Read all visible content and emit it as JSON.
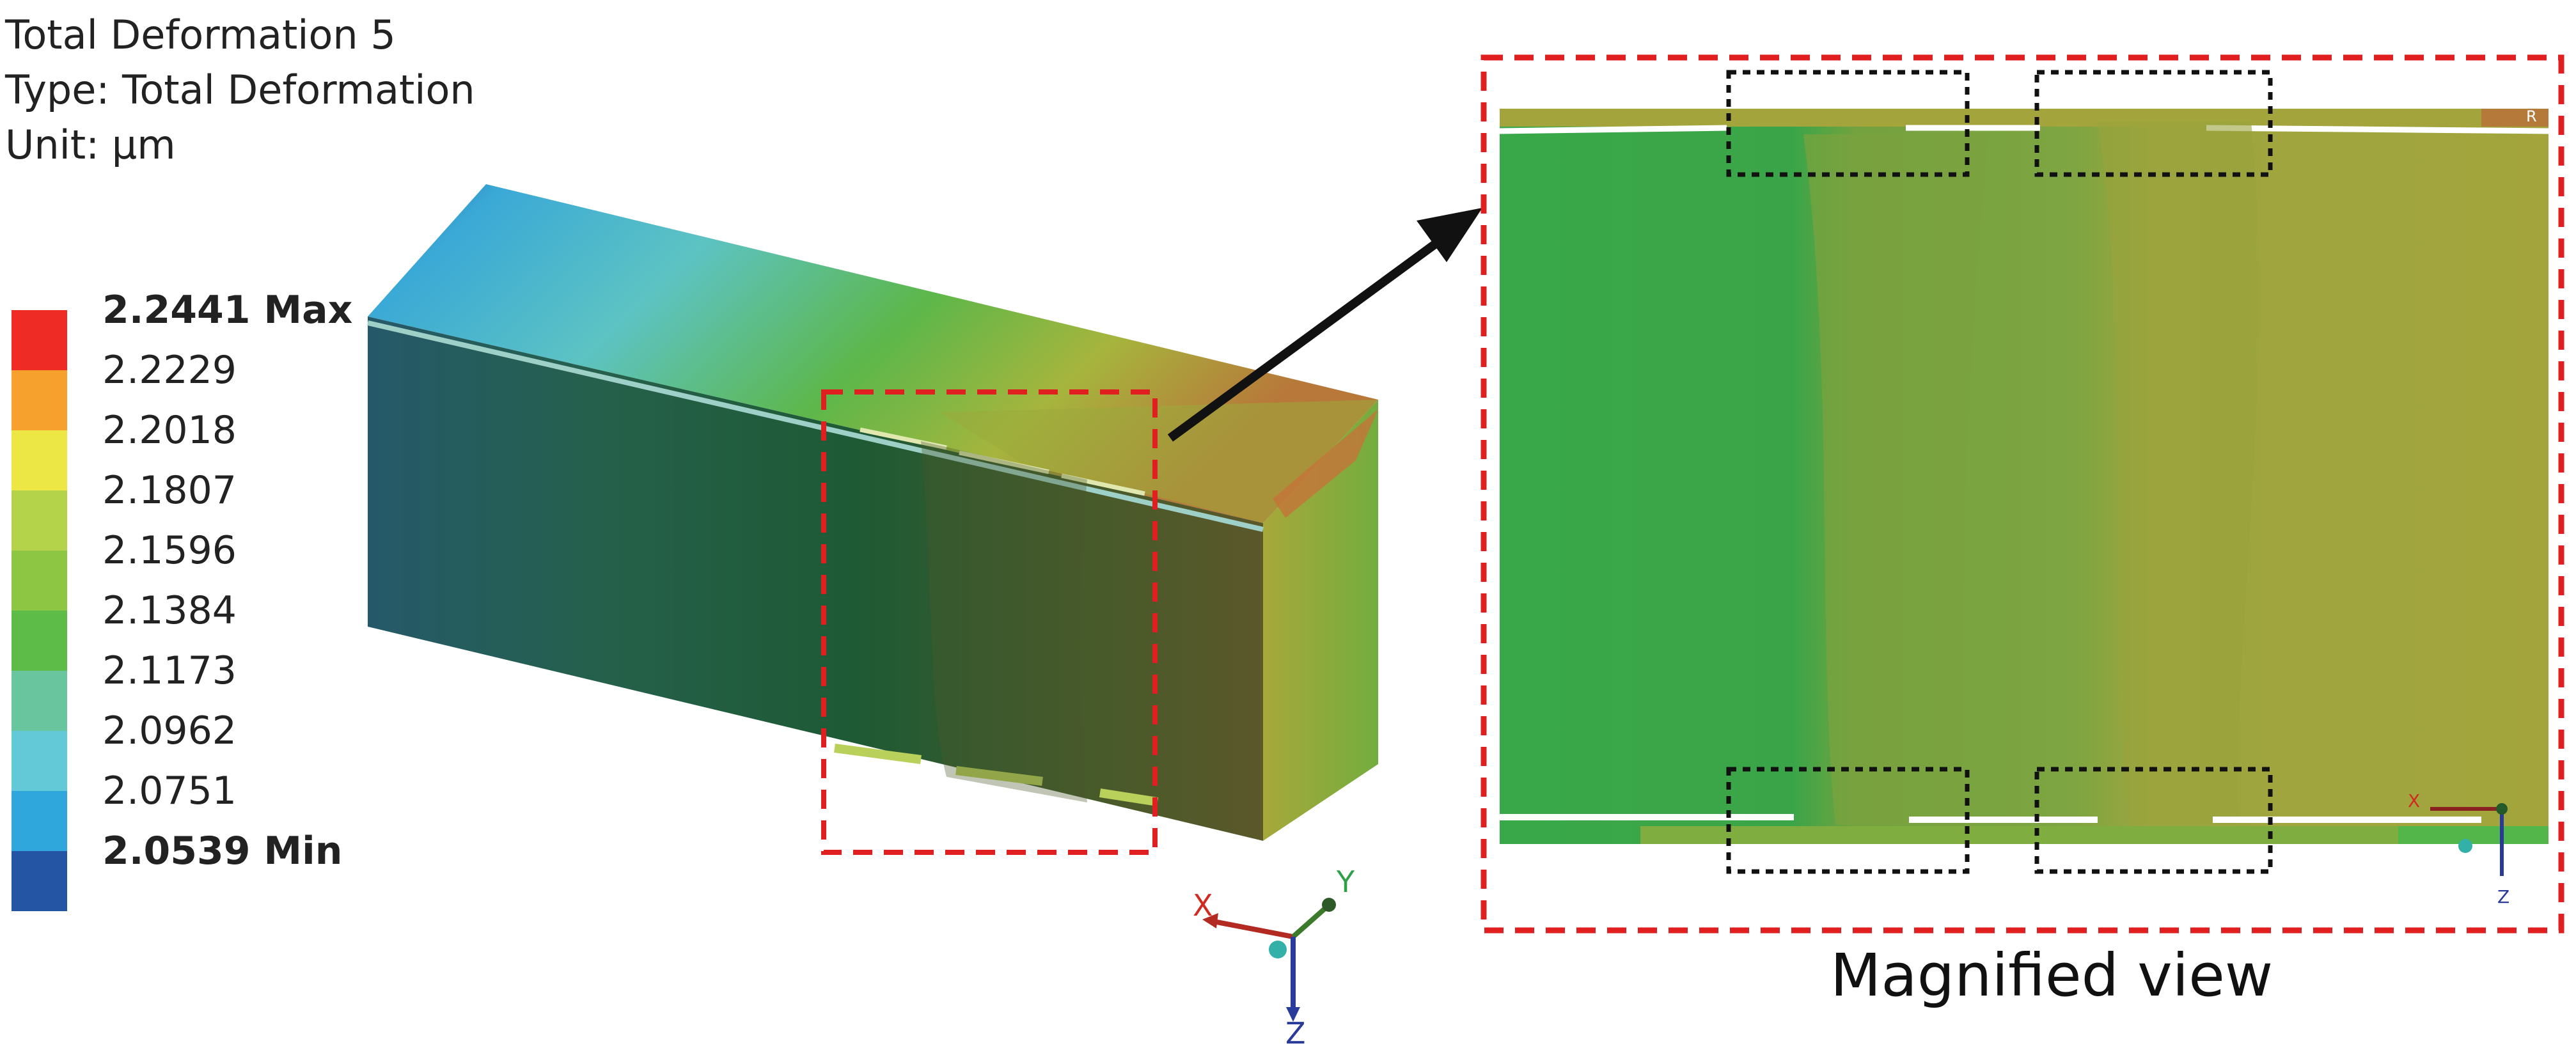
{
  "header": {
    "title": "Total Deformation 5",
    "type": "Type: Total Deformation",
    "unit": "Unit: µm"
  },
  "legend": {
    "items": [
      {
        "label": "2.2441 Max",
        "color": "#ee2b25",
        "bold": true
      },
      {
        "label": "2.2229",
        "color": "#f6a12e",
        "bold": false
      },
      {
        "label": "2.2018",
        "color": "#ece745",
        "bold": false
      },
      {
        "label": "2.1807",
        "color": "#b5d34a",
        "bold": false
      },
      {
        "label": "2.1596",
        "color": "#8cc642",
        "bold": false
      },
      {
        "label": "2.1384",
        "color": "#5dbb47",
        "bold": false
      },
      {
        "label": "2.1173",
        "color": "#68c59e",
        "bold": false
      },
      {
        "label": "2.0962",
        "color": "#64c9d6",
        "bold": false
      },
      {
        "label": "2.0751",
        "color": "#2fa7dd",
        "bold": false
      },
      {
        "label": "2.0539 Min",
        "color": "#2454a4",
        "bold": true
      }
    ]
  },
  "triad_main": {
    "x": "X",
    "y": "Y",
    "z": "Z"
  },
  "triad_zoom": {
    "x": "X",
    "z": "Z",
    "r": "R"
  },
  "caption": "Magnified view",
  "colors": {
    "highlight": "#e02020",
    "detail": "#111111",
    "arrow": "#111111"
  }
}
